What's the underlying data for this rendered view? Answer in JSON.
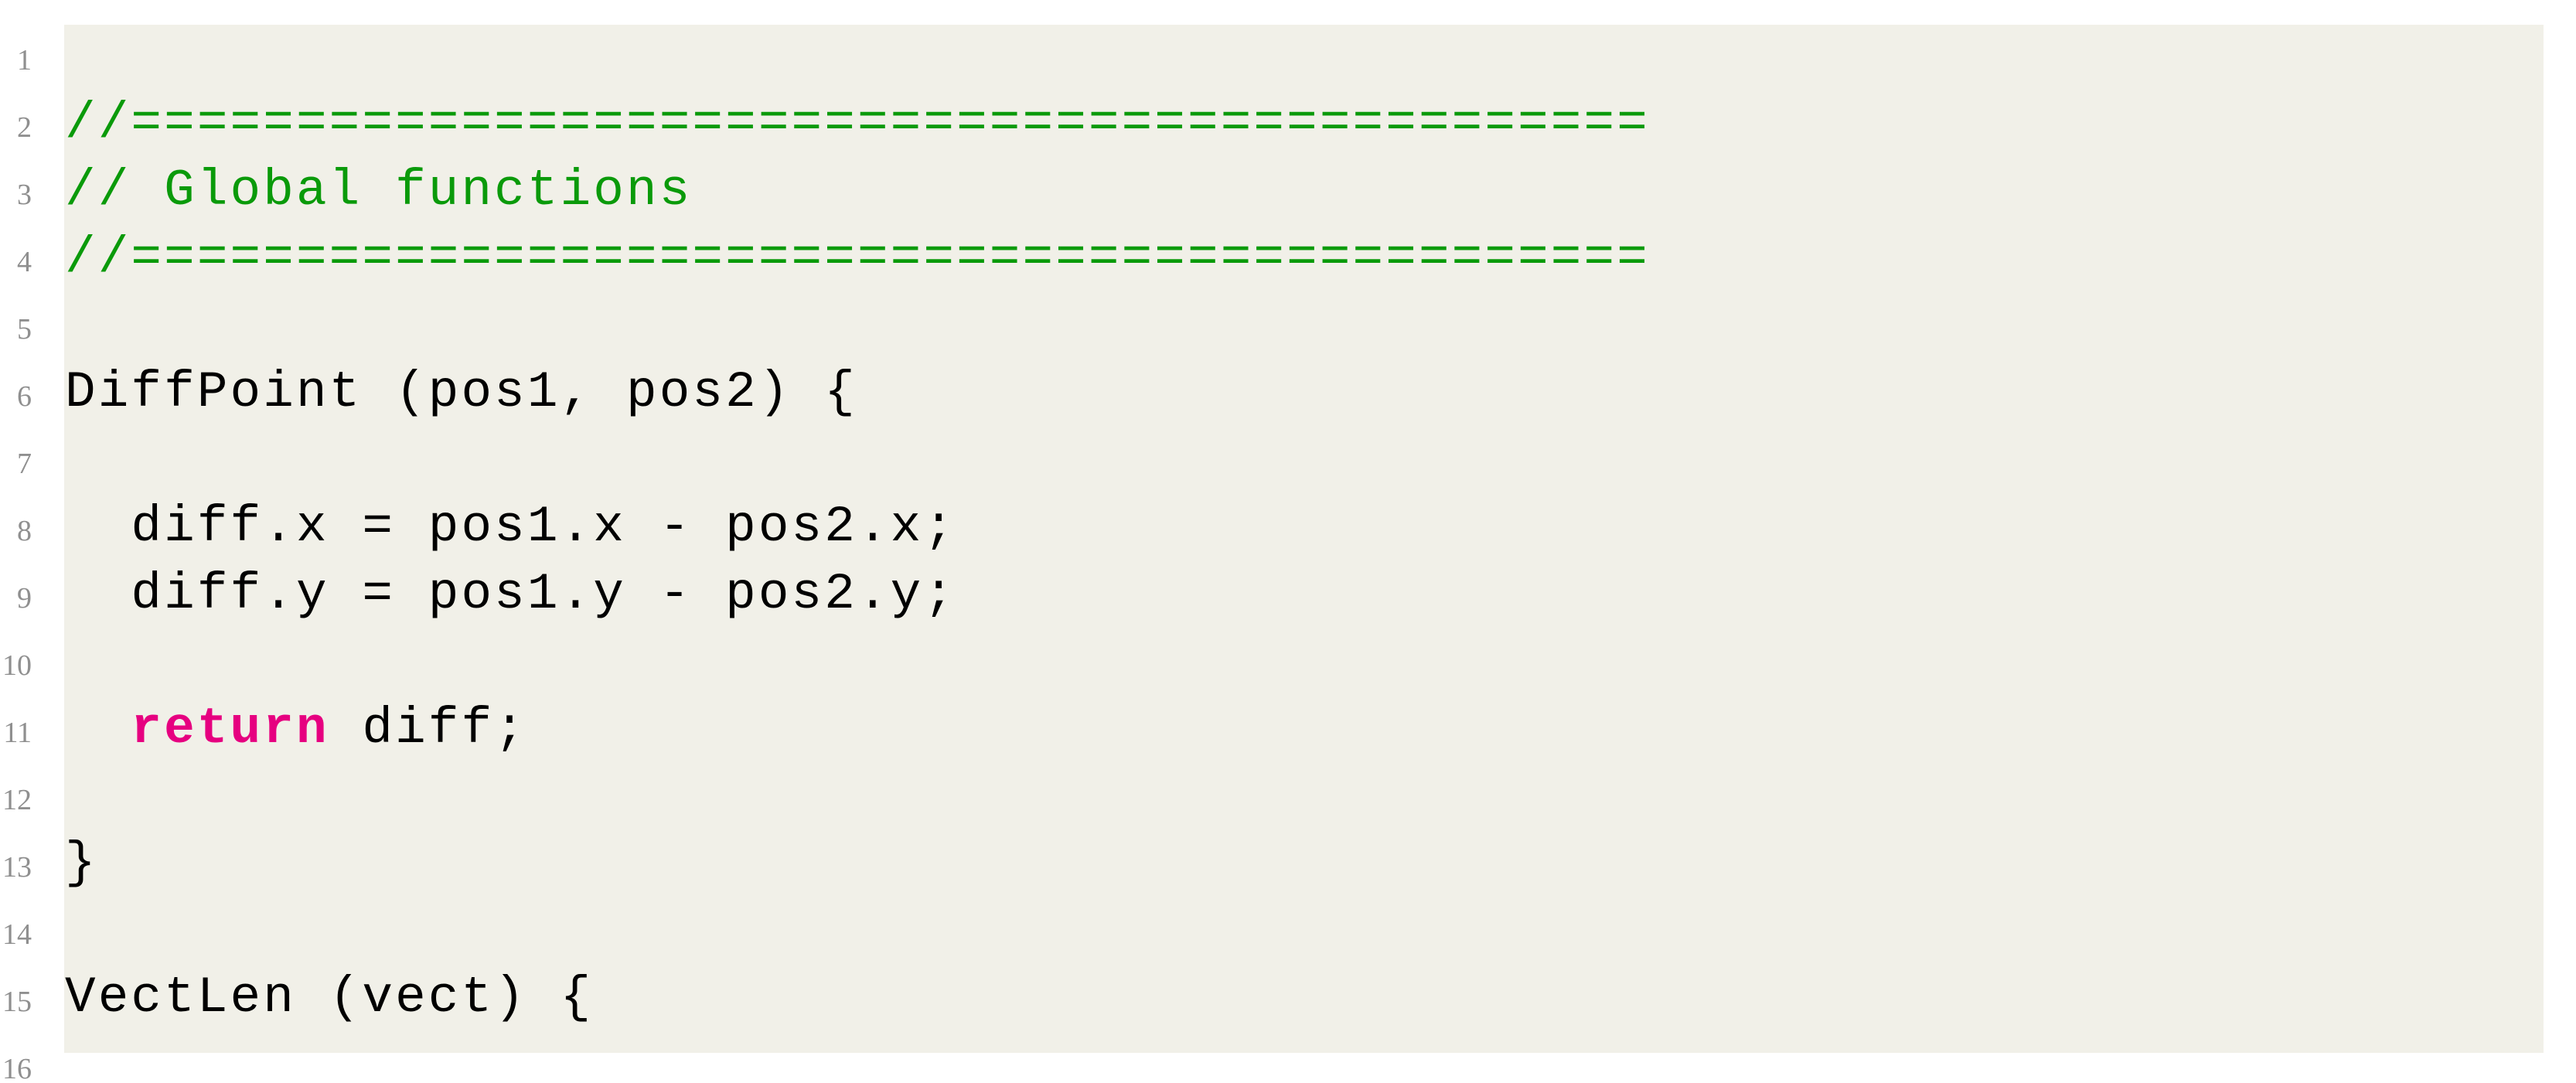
{
  "listing": {
    "background_color": "#f1f0e8",
    "page_background_color": "#ffffff",
    "comment_color": "#0a9a0a",
    "keyword_color": "#e60080",
    "code_color": "#000000",
    "line_number_color": "#8f8f8f",
    "lines": [
      {
        "n": "1",
        "segments": []
      },
      {
        "n": "2",
        "segments": [
          {
            "t": "//==============================================",
            "s": "comment"
          }
        ]
      },
      {
        "n": "3",
        "segments": [
          {
            "t": "// Global functions",
            "s": "comment"
          }
        ]
      },
      {
        "n": "4",
        "segments": [
          {
            "t": "//==============================================",
            "s": "comment"
          }
        ]
      },
      {
        "n": "5",
        "segments": []
      },
      {
        "n": "6",
        "segments": [
          {
            "t": "DiffPoint (pos1, pos2) {",
            "s": "plain"
          }
        ]
      },
      {
        "n": "7",
        "segments": []
      },
      {
        "n": "8",
        "segments": [
          {
            "t": "  diff.x = pos1.x - pos2.x;",
            "s": "plain"
          }
        ]
      },
      {
        "n": "9",
        "segments": [
          {
            "t": "  diff.y = pos1.y - pos2.y;",
            "s": "plain"
          }
        ]
      },
      {
        "n": "10",
        "segments": []
      },
      {
        "n": "11",
        "segments": [
          {
            "t": "  ",
            "s": "plain"
          },
          {
            "t": "return",
            "s": "keyword"
          },
          {
            "t": " diff;",
            "s": "plain"
          }
        ]
      },
      {
        "n": "12",
        "segments": []
      },
      {
        "n": "13",
        "segments": [
          {
            "t": "}",
            "s": "plain"
          }
        ]
      },
      {
        "n": "14",
        "segments": []
      },
      {
        "n": "15",
        "segments": [
          {
            "t": "VectLen (vect) {",
            "s": "plain"
          }
        ]
      },
      {
        "n": "16",
        "segments": []
      }
    ]
  }
}
